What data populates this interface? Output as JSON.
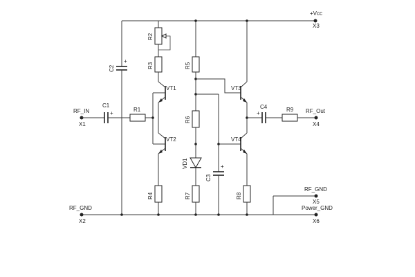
{
  "title": "",
  "labels": {
    "vcc": "+Vcc",
    "x3": "X3",
    "rf_in": "RF_IN",
    "x1": "X1",
    "rf_out": "RF_Out",
    "x4": "X4",
    "rf_gnd_left": "RF_GND",
    "x2": "X2",
    "rf_gnd_right": "RF_GND",
    "x5": "X5",
    "power_gnd": "Power_GND",
    "x6": "X6"
  },
  "components": {
    "r1": "R1",
    "r2": "R2",
    "r3": "R3",
    "r4": "R4",
    "r5": "R5",
    "r6": "R6",
    "r7": "R7",
    "r8": "R8",
    "r9": "R9",
    "c1": "C1",
    "c2": "C2",
    "c3": "C3",
    "c4": "C4",
    "vt1": "VT1",
    "vt2": "VT2",
    "vt3": "VT3",
    "vt4": "VT4",
    "vd1": "VD1"
  },
  "polarity": {
    "plus": "+"
  },
  "colors": {
    "line": "#3a3a3a",
    "background": "#ffffff"
  }
}
